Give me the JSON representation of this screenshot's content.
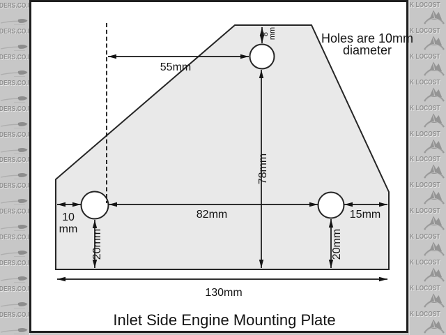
{
  "title": "Inlet Side Engine Mounting Plate",
  "note": {
    "line1": "Holes are 10mm",
    "line2": "diameter"
  },
  "dimensions": {
    "top_offset": {
      "line1": "8",
      "line2": "mm"
    },
    "hole_spacing_top": "55mm",
    "height_to_base": "78mm",
    "hole_spacing_bottom": "82mm",
    "left_edge": {
      "line1": "10",
      "line2": "mm"
    },
    "right_edge": "15mm",
    "left_hole_height": "20mm",
    "right_hole_height": "20mm",
    "overall_width": "130mm"
  },
  "watermark": {
    "left_text": "DERS.CO.U",
    "right_text": "K LOCOST"
  },
  "icons": {
    "left_watermark": "locost-swoosh-icon",
    "right_watermark": "locost-logo-icon"
  },
  "colors": {
    "plate_fill": "#e9e9e9",
    "line": "#141414",
    "frame_border": "#1f1f1f",
    "canvas": "#ffffff",
    "watermark_bg": "#c7c7c7",
    "watermark_text": "#8f8f8f"
  }
}
